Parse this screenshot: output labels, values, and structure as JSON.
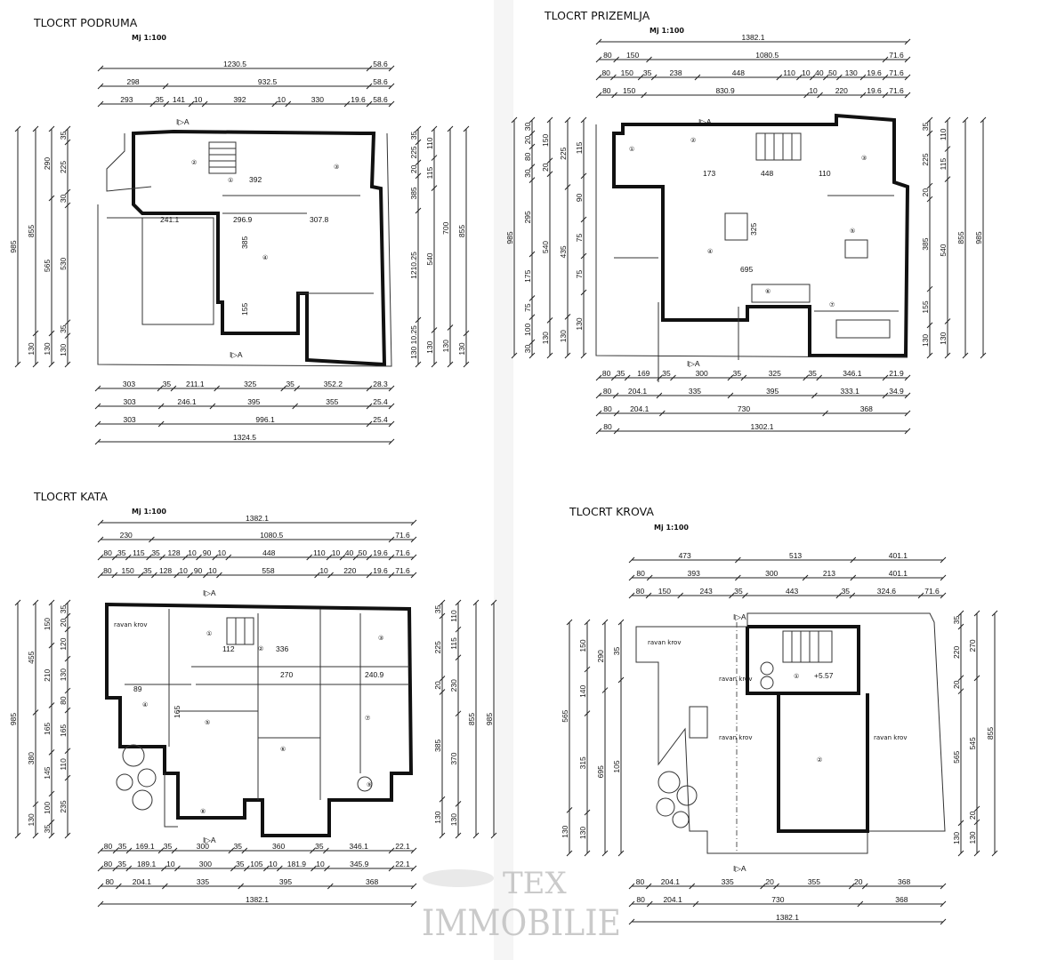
{
  "watermark": {
    "line1": "TEX",
    "line2": "IMMOBILIE"
  },
  "plans": [
    {
      "title": "TLOCRT PODRUMA",
      "scale": "Mj 1:100",
      "section_marks": [
        "I▷A",
        "I▷A"
      ],
      "rooms": [
        "②",
        "③",
        "①",
        "④"
      ],
      "top_dims": [
        [
          "1230.5",
          "58.6"
        ],
        [
          "298",
          "932.5",
          "58.6"
        ],
        [
          "293",
          "35",
          "141",
          "10",
          "392",
          "10",
          "330",
          "19.6",
          "58.6"
        ]
      ],
      "bottom_dims": [
        [
          "303",
          "35",
          "211.1",
          "325",
          "35",
          "352.2",
          "28.3"
        ],
        [
          "303",
          "246.1",
          "395",
          "355",
          "25.4"
        ],
        [
          "303",
          "996.1",
          "25.4"
        ],
        [
          "1324.5"
        ]
      ],
      "left_dims": [
        [
          "985"
        ],
        [
          "855",
          "130"
        ],
        [
          "290",
          "565",
          "130"
        ],
        [
          "35",
          "225",
          "30",
          "530",
          "35",
          "130"
        ]
      ],
      "right_dims": [
        [
          "35",
          "225",
          "20",
          "385",
          "1210.25",
          "130 10.25"
        ],
        [
          "110",
          "115",
          "540",
          "130"
        ],
        [
          "700",
          "130"
        ],
        [
          "855",
          "130"
        ]
      ],
      "inner_labels": [
        "392",
        "241.1",
        "296.9",
        "307.8",
        "385",
        "155"
      ]
    },
    {
      "title": "TLOCRT PRIZEMLJA",
      "scale": "Mj 1:100",
      "section_marks": [
        "I▷A",
        "I▷A"
      ],
      "rooms": [
        "①",
        "②",
        "③",
        "④",
        "⑤",
        "⑥",
        "⑦"
      ],
      "top_dims": [
        [
          "1382.1"
        ],
        [
          "80",
          "150",
          "1080.5",
          "71.6"
        ],
        [
          "80",
          "150",
          "35",
          "238",
          "448",
          "110",
          "10",
          "40",
          "50",
          "130",
          "19.6",
          "71.6"
        ],
        [
          "80",
          "150",
          "830.9",
          "10",
          "220",
          "19.6",
          "71.6"
        ]
      ],
      "bottom_dims": [
        [
          "80",
          "35",
          "169",
          "35",
          "300",
          "35",
          "325",
          "35",
          "346.1",
          "21.9"
        ],
        [
          "80",
          "204.1",
          "335",
          "395",
          "333.1",
          "34.9"
        ],
        [
          "80",
          "204.1",
          "730",
          "368"
        ],
        [
          "80",
          "1302.1"
        ]
      ],
      "left_dims": [
        [
          "985"
        ],
        [
          "30",
          "20",
          "80",
          "30",
          "295",
          "175",
          "75",
          "100",
          "30"
        ],
        [
          "150",
          "20",
          "540",
          "130"
        ],
        [
          "225",
          "435",
          "130"
        ],
        [
          "115",
          "90",
          "75",
          "75",
          "130"
        ]
      ],
      "right_dims": [
        [
          "35",
          "225",
          "20",
          "385",
          "155",
          "130"
        ],
        [
          "110",
          "115",
          "540",
          "130"
        ],
        [
          "855"
        ],
        [
          "985"
        ]
      ],
      "inner_labels": [
        "173",
        "448",
        "110",
        "325",
        "695"
      ]
    },
    {
      "title": "TLOCRT KATA",
      "scale": "Mj 1:100",
      "section_marks": [
        "I▷A",
        "I▷A"
      ],
      "rooms": [
        "①",
        "②",
        "③",
        "④",
        "⑤",
        "⑥",
        "⑦",
        "⑧",
        "⑨"
      ],
      "roof_label": "ravan krov",
      "top_dims": [
        [
          "1382.1"
        ],
        [
          "230",
          "1080.5",
          "71.6"
        ],
        [
          "80",
          "35",
          "115",
          "35",
          "128",
          "10",
          "90",
          "10",
          "448",
          "110",
          "10",
          "40",
          "50",
          "19.6",
          "71.6"
        ],
        [
          "80",
          "150",
          "35",
          "128",
          "10",
          "90",
          "10",
          "558",
          "10",
          "220",
          "19.6",
          "71.6"
        ]
      ],
      "bottom_dims": [
        [
          "80",
          "35",
          "169.1",
          "35",
          "300",
          "35",
          "360",
          "35",
          "346.1",
          "22.1"
        ],
        [
          "80",
          "35",
          "189.1",
          "10",
          "300",
          "35",
          "105",
          "10",
          "181.9",
          "10",
          "345.9",
          "22.1"
        ],
        [
          "80",
          "204.1",
          "335",
          "395",
          "368"
        ],
        [
          "1382.1"
        ]
      ],
      "left_dims": [
        [
          "985"
        ],
        [
          "455",
          "380",
          "130"
        ],
        [
          "150",
          "210",
          "165",
          "145",
          "100",
          "35"
        ],
        [
          "35",
          "20",
          "120",
          "130",
          "80",
          "165",
          "110",
          "235"
        ]
      ],
      "right_dims": [
        [
          "35",
          "225",
          "20",
          "385",
          "130"
        ],
        [
          "110",
          "115",
          "230",
          "370",
          "130"
        ],
        [
          "855"
        ],
        [
          "985"
        ]
      ],
      "inner_labels": [
        "336",
        "112",
        "270",
        "240.9",
        "89",
        "165"
      ]
    },
    {
      "title": "TLOCRT KROVA",
      "scale": "Mj 1:100",
      "section_marks": [
        "I▷A",
        "I▷A"
      ],
      "rooms": [
        "①",
        "②"
      ],
      "roof_labels": [
        "ravan krov",
        "ravan krov",
        "ravan krov",
        "ravan krov"
      ],
      "top_dims": [
        [
          "473",
          "513",
          "401.1"
        ],
        [
          "80",
          "393",
          "300",
          "213",
          "401.1"
        ],
        [
          "80",
          "150",
          "243",
          "35",
          "443",
          "35",
          "324.6",
          "71.6"
        ]
      ],
      "bottom_dims": [
        [
          "80",
          "204.1",
          "335",
          "20",
          "355",
          "20",
          "368"
        ],
        [
          "80",
          "204.1",
          "730",
          "368"
        ],
        [
          "1382.1"
        ]
      ],
      "left_dims": [
        [
          "565",
          "130"
        ],
        [
          "150",
          "140",
          "315",
          "130"
        ],
        [
          "290",
          "695"
        ],
        [
          "35",
          "105"
        ]
      ],
      "right_dims": [
        [
          "35",
          "220",
          "20",
          "565",
          "130"
        ],
        [
          "270",
          "545",
          "20",
          "130"
        ],
        [
          "855"
        ]
      ],
      "inner_labels": [
        "+5.57"
      ]
    }
  ]
}
